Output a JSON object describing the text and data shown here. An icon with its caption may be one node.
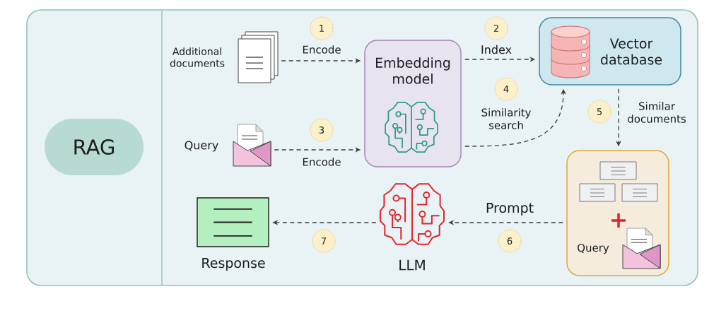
{
  "diagram": {
    "nodes": [
      {
        "text": [
          "RAG"
        ]
      },
      {
        "text": [],
        "shape": "picture",
        "beside": [
          "Additional documents"
        ]
      },
      {
        "text": [],
        "shape": "picture",
        "beside": [
          "Query"
        ]
      },
      {
        "text": [
          "Embedding model"
        ]
      },
      {
        "text": [
          "Vector database"
        ]
      },
      {
        "text": [
          "Query"
        ]
      },
      {
        "text": [],
        "shape": "picture",
        "beside": [
          "LLM"
        ]
      },
      {
        "text": [],
        "shape": "picture",
        "beside": [
          "Response"
        ]
      },
      {
        "text": [
          "1"
        ]
      },
      {
        "text": [
          "2"
        ]
      },
      {
        "text": [
          "3"
        ]
      },
      {
        "text": [
          "4"
        ]
      },
      {
        "text": [
          "5"
        ]
      },
      {
        "text": [
          "6"
        ]
      },
      {
        "text": [
          "7"
        ]
      }
    ],
    "edges": [
      {
        "from": 1,
        "to": 3,
        "arrow": "to",
        "label": "Encode",
        "style": "dashed"
      },
      {
        "from": 3,
        "to": 4,
        "arrow": "to",
        "label": "Index",
        "style": "dashed"
      },
      {
        "from": 2,
        "to": 3,
        "arrow": "to",
        "label": "Encode",
        "style": "dashed"
      },
      {
        "from": 3,
        "to": 4,
        "arrow": "to",
        "label": "Similarity search",
        "style": "dashed"
      },
      {
        "from": 4,
        "to": 5,
        "arrow": "to",
        "label": "Similar documents",
        "style": "dashed"
      },
      {
        "from": 5,
        "to": 6,
        "arrow": "to",
        "label": "Prompt",
        "style": "dashed"
      },
      {
        "from": 6,
        "to": 7,
        "arrow": "to",
        "style": "dashed"
      }
    ]
  }
}
